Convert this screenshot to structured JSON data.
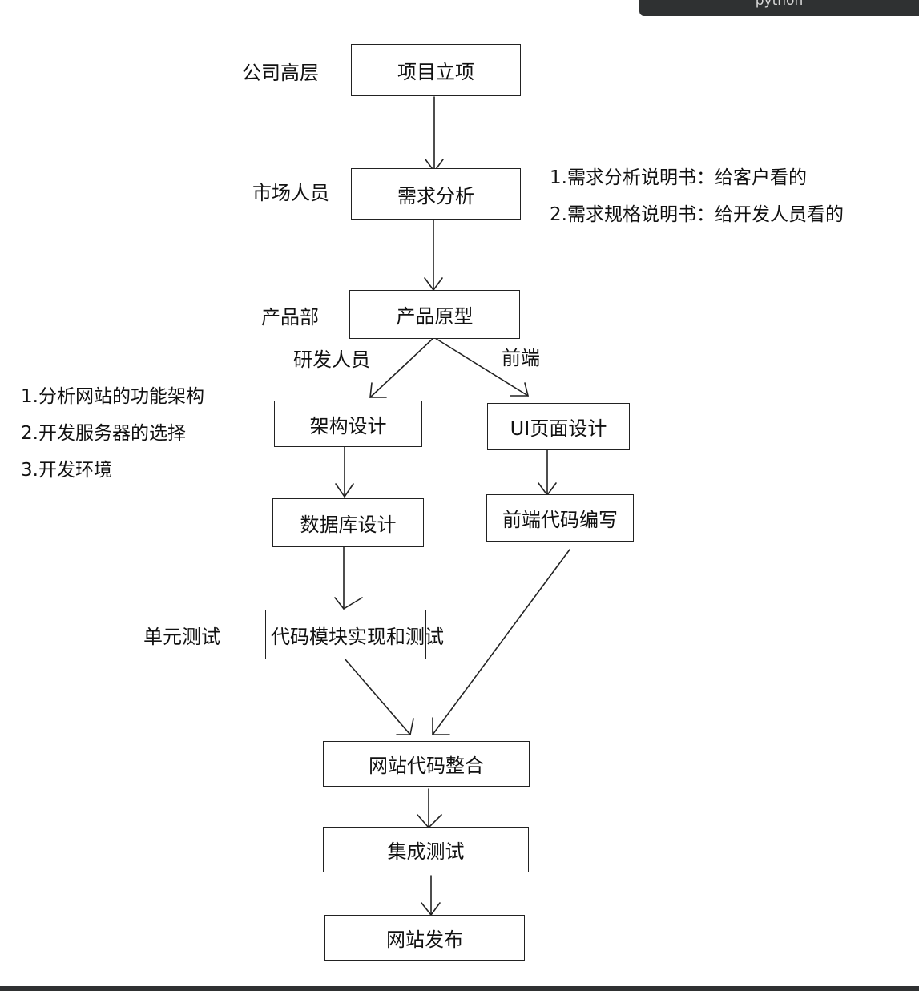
{
  "top_tab": {
    "text": "python"
  },
  "nodes": {
    "project_init": "项目立项",
    "requirement_analysis": "需求分析",
    "product_prototype": "产品原型",
    "architecture_design": "架构设计",
    "ui_page_design": "UI页面设计",
    "database_design": "数据库设计",
    "frontend_coding": "前端代码编写",
    "module_impl_test": "代码模块实现和测试",
    "code_integration": "网站代码整合",
    "integration_test": "集成测试",
    "site_release": "网站发布"
  },
  "roles": {
    "executives": "公司高层",
    "marketing": "市场人员",
    "product_dept": "产品部",
    "developers": "研发人员",
    "frontend": "前端",
    "unit_test": "单元测试"
  },
  "notes": {
    "requirements": [
      "1.需求分析说明书：给客户看的",
      "2.需求规格说明书：给开发人员看的"
    ],
    "architecture": [
      "1.分析网站的功能架构",
      "2.开发服务器的选择",
      "3.开发环境"
    ]
  },
  "colors": {
    "line": "#222222",
    "text": "#111111",
    "chrome": "#2f3132"
  }
}
